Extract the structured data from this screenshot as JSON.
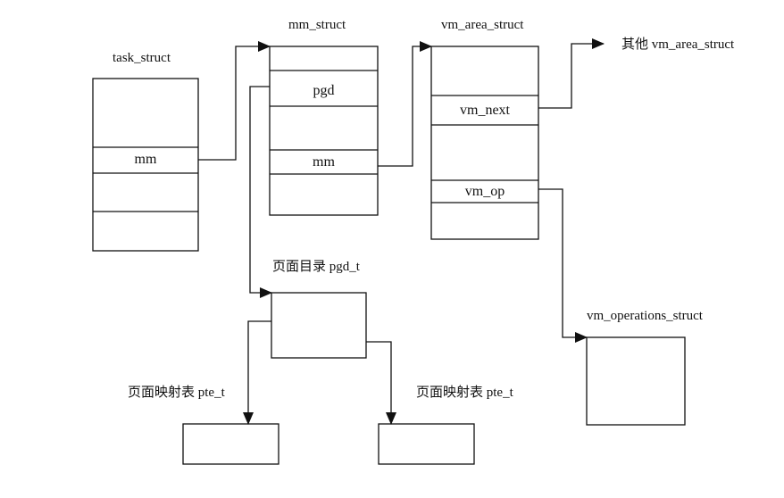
{
  "task_struct": {
    "title": "task_struct",
    "field_mm": "mm"
  },
  "mm_struct": {
    "title": "mm_struct",
    "field_pgd": "pgd",
    "field_mm": "mm"
  },
  "vm_area_struct": {
    "title": "vm_area_struct",
    "field_vm_next": "vm_next",
    "field_vm_op": "vm_op"
  },
  "other_vm_area": "其他 vm_area_struct",
  "page_directory": "页面目录 pgd_t",
  "pte_left": "页面映射表 pte_t",
  "pte_right": "页面映射表 pte_t",
  "vm_operations_struct": "vm_operations_struct",
  "colors": {
    "line": "#111111",
    "background": "#ffffff"
  }
}
